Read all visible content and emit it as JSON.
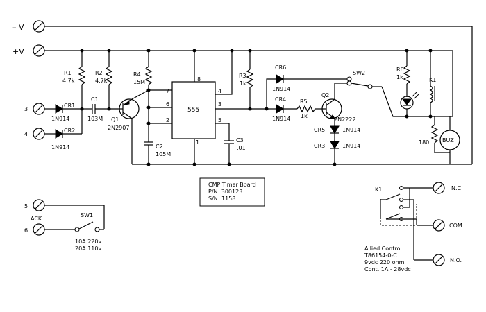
{
  "rails": {
    "minus_v": "– V",
    "plus_v": "+V"
  },
  "terminals": {
    "t3": "3",
    "t4": "4",
    "t5": "5",
    "t6": "6",
    "ack": "ACK"
  },
  "components": {
    "r1_name": "R1",
    "r1_val": "4.7k",
    "r2_name": "R2",
    "r2_val": "4.7k",
    "r3_name": "R3",
    "r3_val": "1k",
    "r4_name": "R4",
    "r4_val": "15M",
    "r5_name": "R5",
    "r5_val": "1k",
    "r6_name": "R6",
    "r6_val": "1k",
    "r180": "180",
    "c1_name": "C1",
    "c1_val": "103M",
    "c2_name": "C2",
    "c2_val": "105M",
    "c3_name": "C3",
    "c3_val": ".01",
    "cr1": "CR1",
    "cr1_val": "1N914",
    "cr2": "CR2",
    "cr2_val": "1N914",
    "cr3": "CR3",
    "cr3_val": "1N914",
    "cr4": "CR4",
    "cr4_val": "1N914",
    "cr5": "CR5",
    "cr5_val": "1N914",
    "cr6": "CR6",
    "cr6_val": "1N914",
    "q1_name": "Q1",
    "q1_val": "2N2907",
    "q2_name": "Q2",
    "q2_val": "2N2222",
    "ic": "555",
    "pins": {
      "p1": "1",
      "p2": "2",
      "p3": "3",
      "p4": "4",
      "p5": "5",
      "p6": "6",
      "p7": "7",
      "p8": "8"
    },
    "sw1": "SW1",
    "sw1_rating1": "10A 220v",
    "sw1_rating2": "20A 110v",
    "sw2": "SW2",
    "k1": "K1",
    "k1b": "K1",
    "buz": "BUZ"
  },
  "board_label": {
    "line1": "CMP Timer Board",
    "line2": "P/N: 300123",
    "line3": "S/N: 1158"
  },
  "relay": {
    "nc": "N.C.",
    "com": "COM",
    "no": "N.O.",
    "spec1": "Allied Control",
    "spec2": "T86154-0-C",
    "spec3": "9vdc 220 ohm",
    "spec4": "Cont. 1A - 28vdc"
  }
}
